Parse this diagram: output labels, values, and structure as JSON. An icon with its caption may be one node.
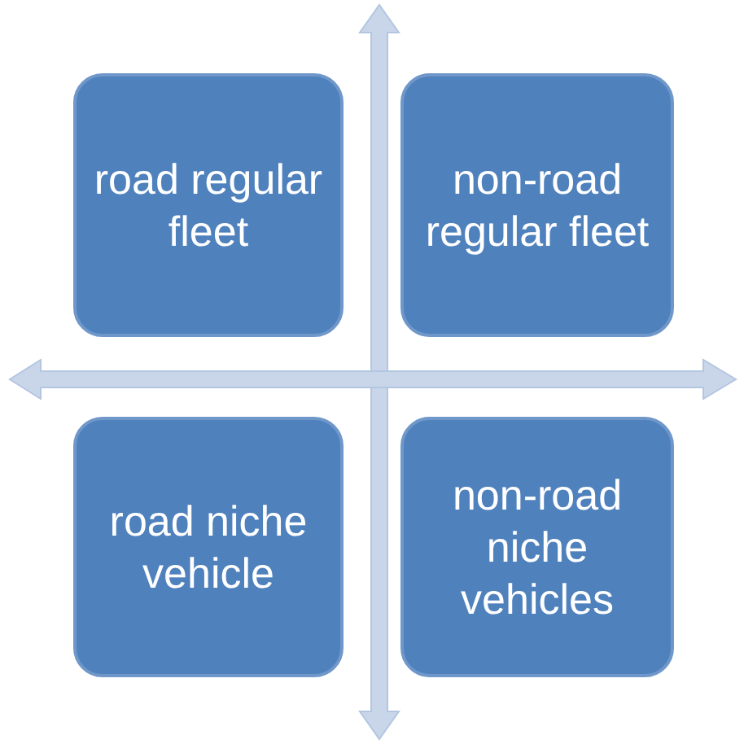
{
  "diagram": {
    "nodes": [
      {
        "text": [
          "road regular fleet"
        ]
      },
      {
        "text": [
          "non-road regular fleet"
        ]
      },
      {
        "text": [
          "road niche vehicle"
        ]
      },
      {
        "text": [
          "non-road niche vehicles"
        ]
      }
    ]
  }
}
